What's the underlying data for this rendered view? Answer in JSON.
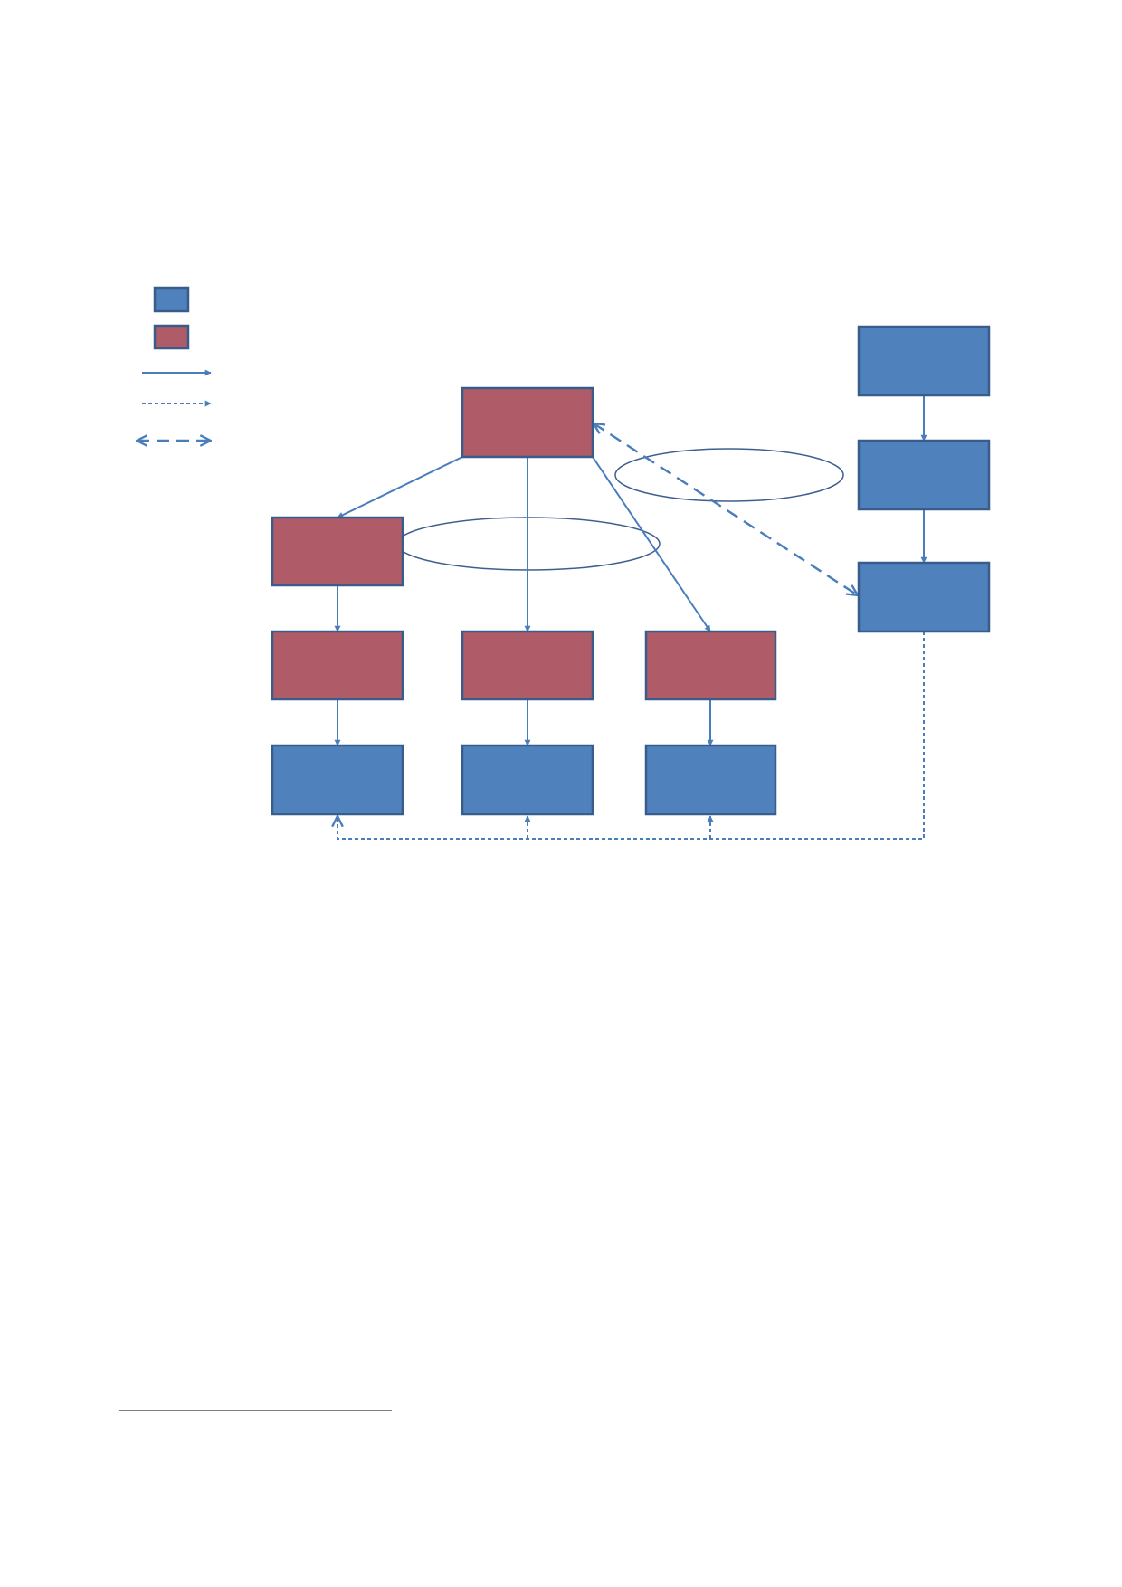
{
  "colors": {
    "blue_node": "#4f81bd",
    "red_node": "#b05c68",
    "node_border": "#385d8a",
    "arrow": "#4a7ebb",
    "ellipse": "#3d5f8f",
    "rule": "#555555"
  },
  "legend": {
    "items": [
      {
        "kind": "blue-box-swatch"
      },
      {
        "kind": "red-box-swatch"
      },
      {
        "kind": "solid-arrow-sample"
      },
      {
        "kind": "dotted-arrow-sample"
      },
      {
        "kind": "dashed-double-arrow-sample"
      }
    ]
  },
  "diagram": {
    "nodes": [
      {
        "id": "top-center",
        "color": "red"
      },
      {
        "id": "left-upper",
        "color": "red"
      },
      {
        "id": "left-middle",
        "color": "red"
      },
      {
        "id": "center-middle",
        "color": "red"
      },
      {
        "id": "right-middle",
        "color": "red"
      },
      {
        "id": "left-bottom",
        "color": "blue"
      },
      {
        "id": "center-bottom",
        "color": "blue"
      },
      {
        "id": "right-bottom",
        "color": "blue"
      },
      {
        "id": "far-right-top",
        "color": "blue"
      },
      {
        "id": "far-right-middle",
        "color": "blue"
      },
      {
        "id": "far-right-bottom",
        "color": "blue"
      }
    ],
    "ellipses": 2
  }
}
